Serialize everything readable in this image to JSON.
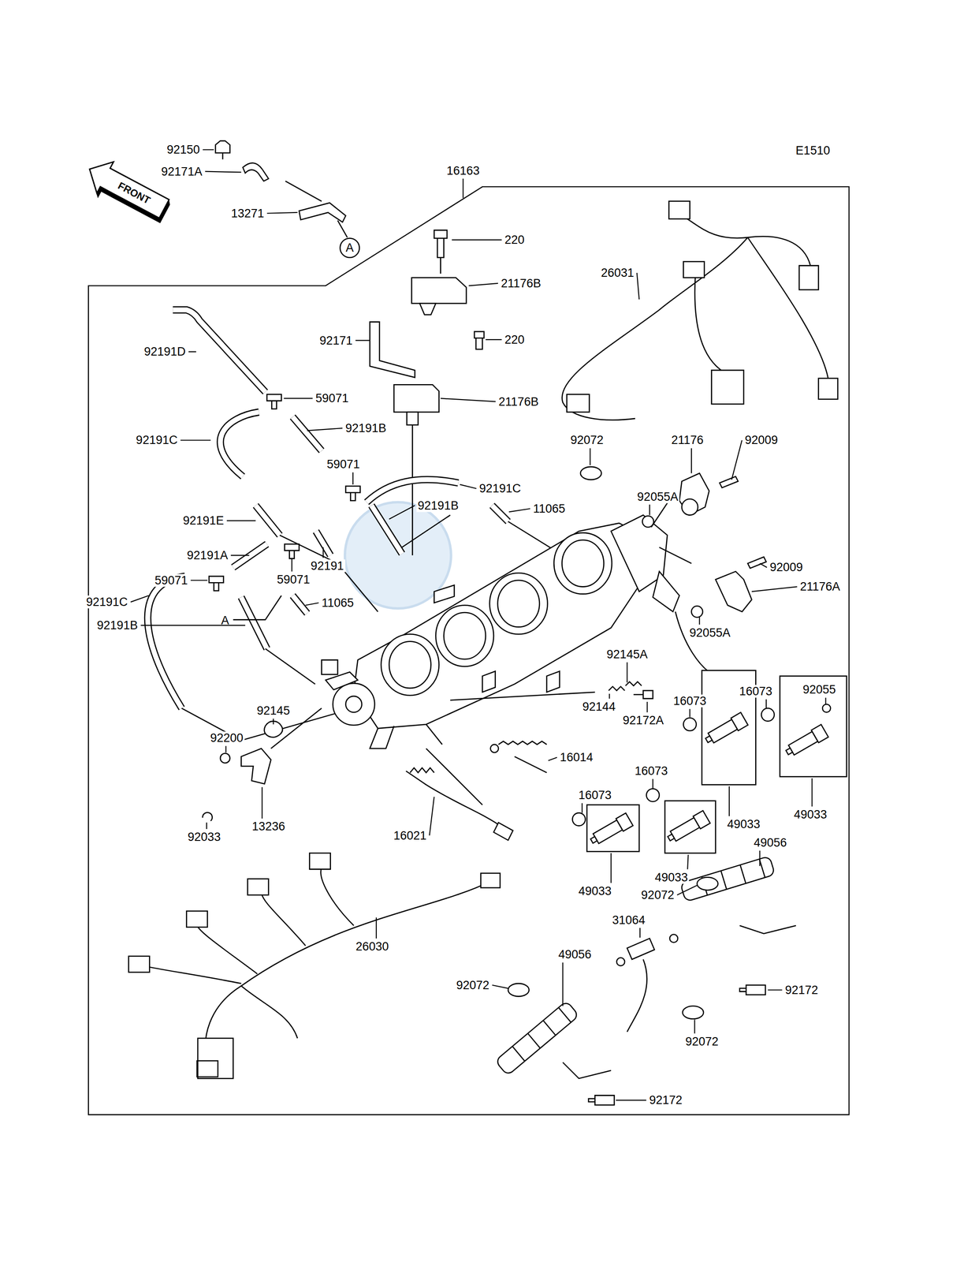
{
  "diagram": {
    "labels": [
      "E1510",
      "FRONT",
      "92150",
      "92171A",
      "16163",
      "13271",
      "A",
      "220",
      "21176B",
      "26031",
      "92191D",
      "92171",
      "220",
      "59071",
      "21176B",
      "92191C",
      "92191B",
      "92072",
      "21176",
      "92009",
      "59071",
      "92191C",
      "92055A",
      "92191E",
      "92191B",
      "11065",
      "92191A",
      "92191",
      "59071",
      "92009",
      "59071",
      "21176A",
      "92191C",
      "11065",
      "92191B",
      "A",
      "92055A",
      "92145A",
      "92055",
      "92145",
      "16073",
      "16073",
      "92200",
      "92144",
      "92172A",
      "16014",
      "16073",
      "16073",
      "92033",
      "13236",
      "16021",
      "49033",
      "49033",
      "49056",
      "49033",
      "49033",
      "92072",
      "31064",
      "26030",
      "49056",
      "92072",
      "92172",
      "92072",
      "92172"
    ]
  }
}
